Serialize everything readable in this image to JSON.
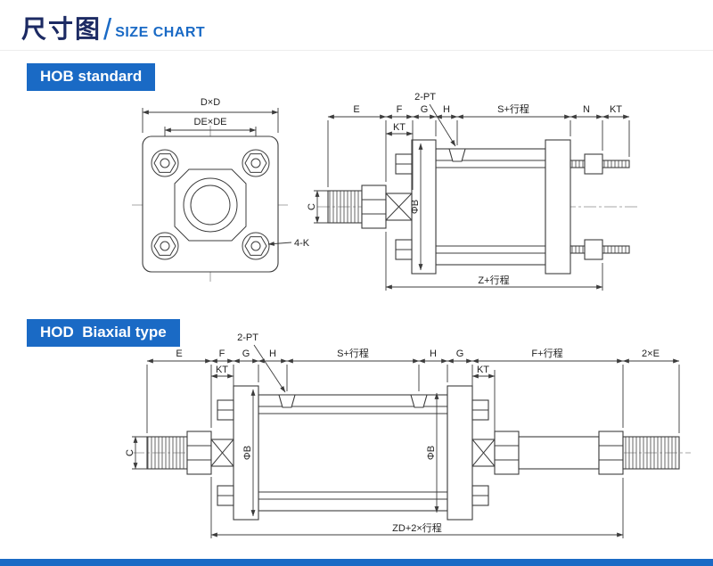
{
  "header": {
    "title_cn": "尺寸图",
    "slash": "/",
    "title_en": "SIZE CHART"
  },
  "hob": {
    "label": "HOB standard",
    "front": {
      "dim_dxd": "D×D",
      "dim_dexde": "DE×DE",
      "dim_4k": "4-K"
    },
    "side": {
      "port": "2-PT",
      "dim_e": "E",
      "dim_f": "F",
      "dim_g": "G",
      "dim_h": "H",
      "dim_s": "S+行程",
      "dim_n": "N",
      "dim_kt_right": "KT",
      "dim_kt_left": "KT",
      "dim_c": "C",
      "dim_phib": "ΦB",
      "dim_z": "Z+行程"
    }
  },
  "hod": {
    "label": "HOD  Biaxial type",
    "side": {
      "port": "2-PT",
      "dim_e": "E",
      "dim_f": "F",
      "dim_g_left": "G",
      "dim_h_left": "H",
      "dim_s": "S+行程",
      "dim_h_right": "H",
      "dim_g_right": "G",
      "dim_kt_left": "KT",
      "dim_kt_right": "KT",
      "dim_f_stroke": "F+行程",
      "dim_2e": "2×E",
      "dim_c": "C",
      "dim_phib_left": "ΦB",
      "dim_phib_right": "ΦB",
      "dim_zd": "ZD+2×行程"
    }
  },
  "colors": {
    "accent_blue": "#1a6ac5",
    "title_navy": "#1c2a63",
    "line": "#3c3c3c"
  }
}
